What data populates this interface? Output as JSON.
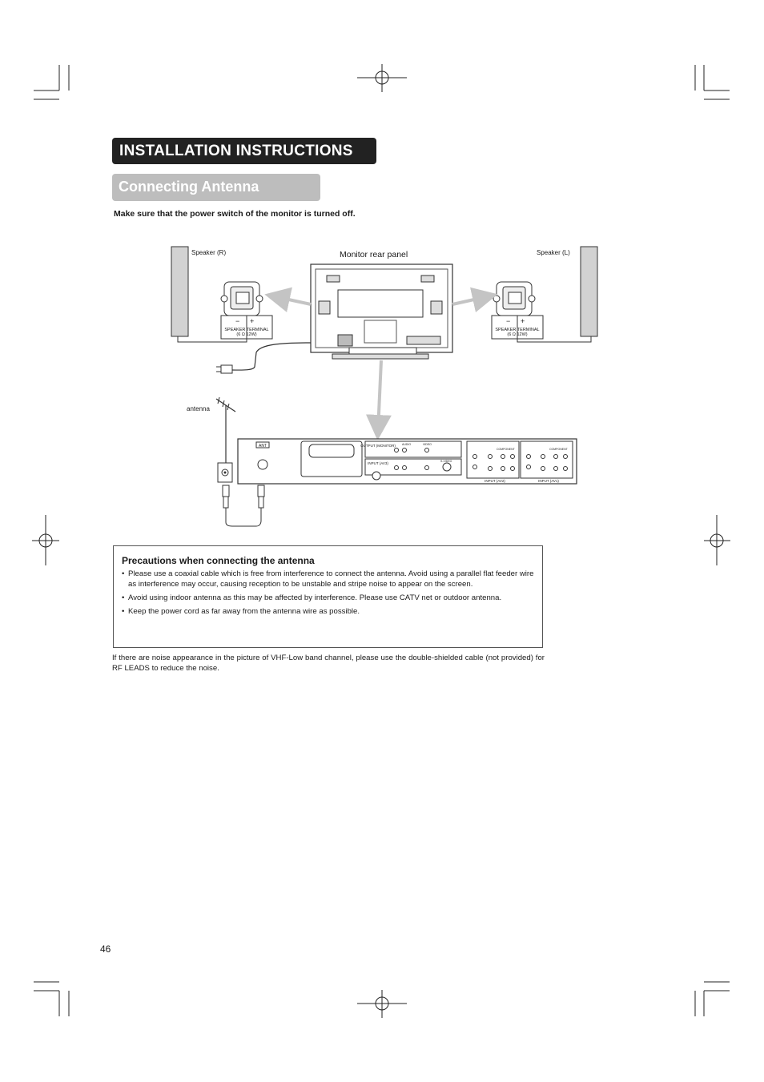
{
  "header": {
    "section_title": "INSTALLATION INSTRUCTIONS",
    "subsection_title": "Connecting Antenna"
  },
  "intro": {
    "warning": "Make sure that the power switch of the monitor is turned off."
  },
  "diagram": {
    "speaker_r_label": "Speaker (R)",
    "speaker_l_label": "Speaker (L)",
    "monitor_label": "Monitor rear panel",
    "antenna_label": "antenna",
    "speaker_terminal_label": "SPEAKER TERMINAL",
    "speaker_rating": "(6 Ω 12W)",
    "polarity_minus": "−",
    "polarity_plus": "+",
    "ant_label": "ANT",
    "output_monitor_label": "OUTPUT (MONITOR)",
    "input_av3_label": "INPUT (AV3)",
    "input_av2_label": "INPUT (AV2)",
    "input_av1_label": "INPUT (AV1)",
    "audio_label": "AUDIO",
    "video_label": "VIDEO",
    "s_video_label": "S-VIDEO",
    "component_label": "COMPONENT"
  },
  "precautions": {
    "title": "Precautions when connecting the antenna",
    "items": [
      "Please use a coaxial cable which is free from interference to connect the antenna. Avoid using a parallel flat feeder wire as interference may occur, causing reception to be unstable and stripe noise to appear on the screen.",
      "Avoid using indoor antenna as this may be affected by interference. Please use CATV net or outdoor antenna.",
      "Keep the power cord as far away from the antenna wire as possible."
    ]
  },
  "footer_note": "If there are noise appearance in the picture of VHF-Low band channel, please use the double-shielded cable (not provided) for RF LEADS to reduce the noise.",
  "page_number": "46",
  "colors": {
    "banner_dark": "#222222",
    "banner_grey": "#bdbdbd",
    "arrow_grey": "#c4c4c4"
  }
}
